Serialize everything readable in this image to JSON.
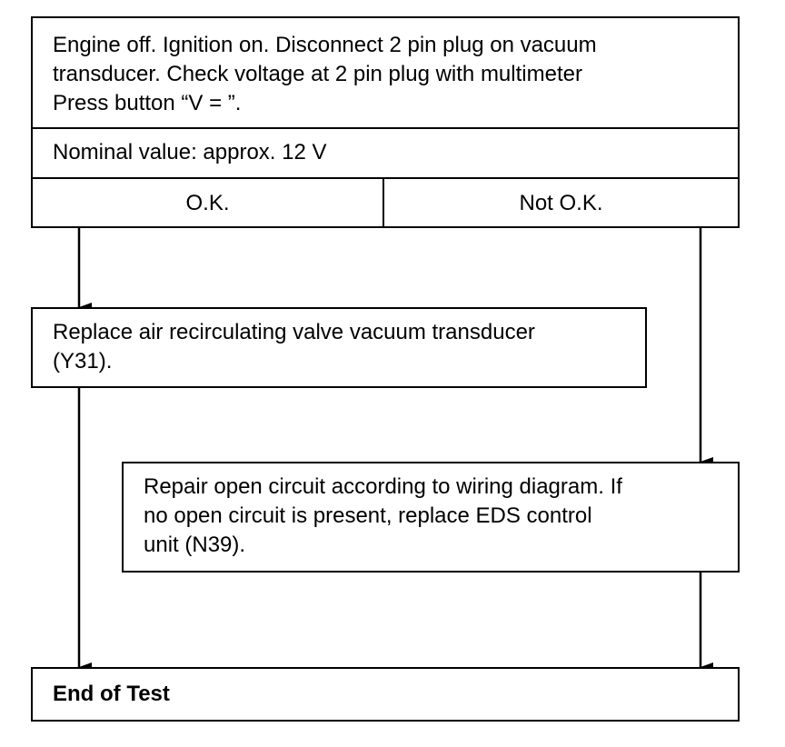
{
  "top_box": {
    "instruction": "Engine off. Ignition on. Disconnect 2 pin plug on vacuum\ntransducer. Check voltage at 2 pin plug with multimeter\nPress button “V = ”.",
    "nominal": "Nominal value: approx. 12 V",
    "ok_label": "O.K.",
    "not_ok_label": "Not O.K."
  },
  "replace_box": {
    "text": "Replace air recirculating valve vacuum transducer\n(Y31)."
  },
  "repair_box": {
    "text": "Repair open circuit according to wiring diagram. If\nno open circuit is present, replace EDS control\nunit (N39)."
  },
  "end_box": {
    "text": "End of Test"
  }
}
